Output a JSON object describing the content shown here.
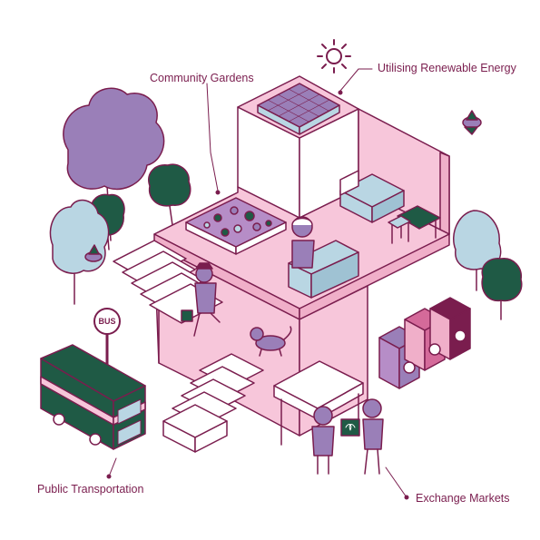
{
  "labels": {
    "community_gardens": "Community Gardens",
    "renewable_energy": "Utilising Renewable Energy",
    "public_transportation": "Public Transportation",
    "exchange_markets": "Exchange Markets"
  },
  "bus_sign": "BUS",
  "colors": {
    "outline": "#7a1d4e",
    "building_pink": "#f7c6da",
    "building_pink_dark": "#f0afc9",
    "purple": "#9a7fb8",
    "light_blue": "#b9d6e3",
    "green": "#1f5a45",
    "white": "#ffffff"
  }
}
